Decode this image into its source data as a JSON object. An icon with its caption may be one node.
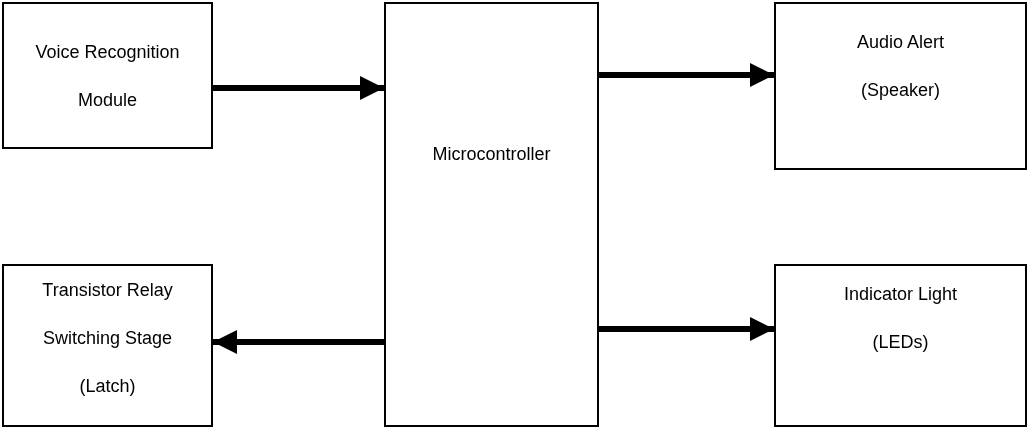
{
  "diagram": {
    "nodes": [
      {
        "text": [
          "Voice Recognition Module"
        ]
      },
      {
        "text": [
          "Microcontroller"
        ]
      },
      {
        "text": [
          "Audio Alert",
          "(Speaker)"
        ]
      },
      {
        "text": [
          "Transistor Relay Switching Stage",
          "(Latch)"
        ]
      },
      {
        "text": [
          "Indicator Light",
          "(LEDs)"
        ]
      }
    ],
    "edges": [
      {
        "from": 0,
        "to": 1,
        "arrow": "to"
      },
      {
        "from": 1,
        "to": 2,
        "arrow": "to"
      },
      {
        "from": 1,
        "to": 3,
        "arrow": "to"
      },
      {
        "from": 1,
        "to": 4,
        "arrow": "to"
      }
    ]
  }
}
